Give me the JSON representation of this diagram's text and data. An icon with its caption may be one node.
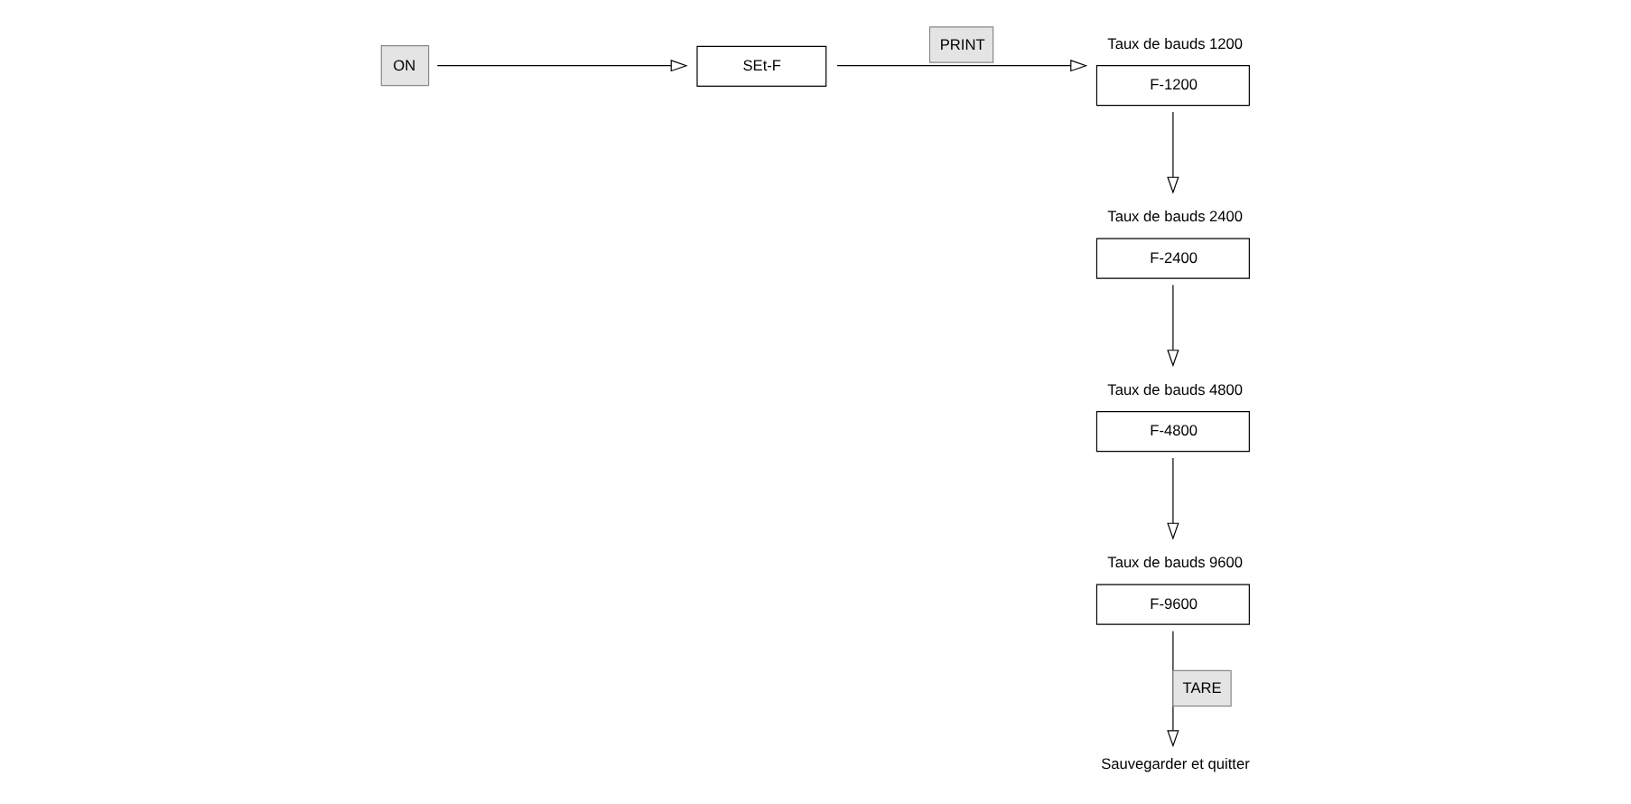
{
  "diagram": {
    "nodes": [
      {
        "text": [
          "ON"
        ]
      },
      {
        "text": [
          "SEt-F"
        ]
      },
      {
        "text": [
          "F-1200"
        ],
        "beside": [
          "Taux de bauds 1200"
        ]
      },
      {
        "text": [
          "F-2400"
        ],
        "beside": [
          "Taux de bauds 2400"
        ]
      },
      {
        "text": [
          "F-4800"
        ],
        "beside": [
          "Taux de bauds 4800"
        ]
      },
      {
        "text": [
          "F-9600"
        ],
        "beside": [
          "Taux de bauds 9600"
        ]
      },
      {
        "text": [
          "Sauvegarder et quitter"
        ]
      }
    ],
    "edges": [
      {
        "from": 0,
        "to": 1,
        "arrow": "to"
      },
      {
        "from": 1,
        "to": 2,
        "arrow": "to",
        "label": "PRINT"
      },
      {
        "from": 2,
        "to": 3,
        "arrow": "to"
      },
      {
        "from": 3,
        "to": 4,
        "arrow": "to"
      },
      {
        "from": 4,
        "to": 5,
        "arrow": "to"
      },
      {
        "from": 5,
        "to": 6,
        "arrow": "to",
        "label": "TARE"
      }
    ]
  }
}
